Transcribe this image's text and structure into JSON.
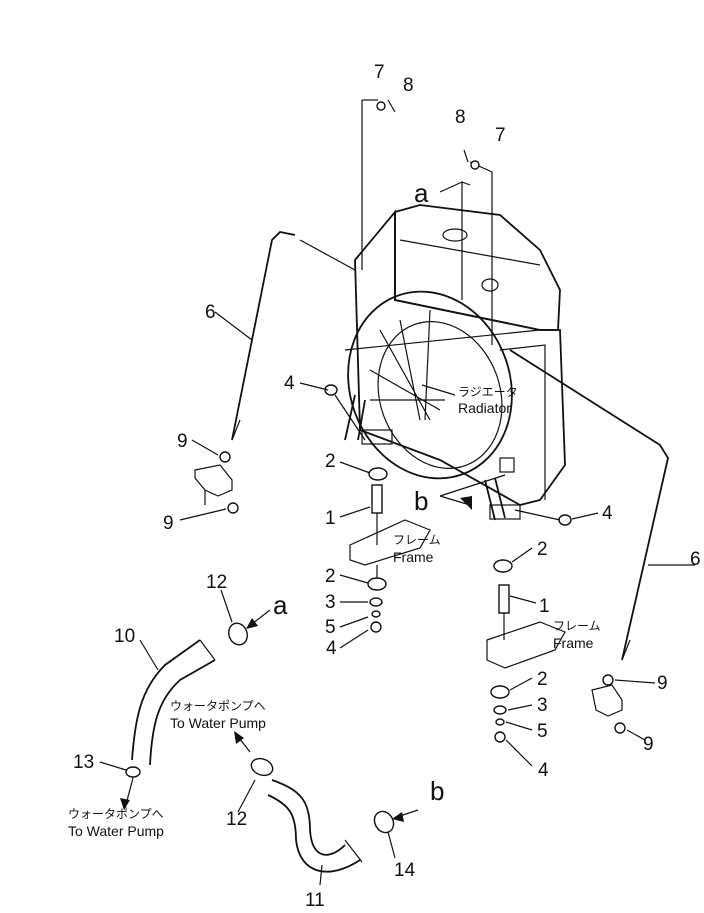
{
  "callouts": {
    "c7a": "7",
    "c8a": "8",
    "c8b": "8",
    "c7b": "7",
    "c6l": "6",
    "c6r": "6",
    "c4a": "4",
    "c4b": "4",
    "c4c": "4",
    "c4d": "4",
    "c9a": "9",
    "c9b": "9",
    "c9c": "9",
    "c9d": "9",
    "c2a": "2",
    "c2b": "2",
    "c2c": "2",
    "c2d": "2",
    "c1a": "1",
    "c1b": "1",
    "c3a": "3",
    "c3b": "3",
    "c5a": "5",
    "c5b": "5",
    "c10": "10",
    "c11": "11",
    "c12a": "12",
    "c12b": "12",
    "c13": "13",
    "c14": "14"
  },
  "refs": {
    "a_top": "a",
    "b_mid": "b",
    "a_hose": "a",
    "b_hose": "b"
  },
  "labels": {
    "radiator_jp": "ラジエータ",
    "radiator_en": "Radiator",
    "frame_jp": "フレーム",
    "frame_en": "Frame",
    "pump_jp": "ウォータポンプへ",
    "pump_en": "To Water Pump"
  }
}
